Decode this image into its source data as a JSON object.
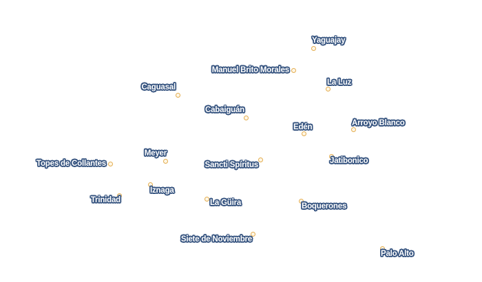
{
  "map": {
    "places": [
      {
        "name": "Yaguajay"
      },
      {
        "name": "Manuel Brito Morales"
      },
      {
        "name": "La Luz"
      },
      {
        "name": "Caguasal"
      },
      {
        "name": "Cabaiguán"
      },
      {
        "name": "Edén"
      },
      {
        "name": "Arroyo Blanco"
      },
      {
        "name": "Meyer"
      },
      {
        "name": "Topes de Collantes"
      },
      {
        "name": "Sancti Spíritus"
      },
      {
        "name": "Jatibonico"
      },
      {
        "name": "Iznaga"
      },
      {
        "name": "Trinidad"
      },
      {
        "name": "La Güira"
      },
      {
        "name": "Boquerones"
      },
      {
        "name": "Siete de Noviembre"
      },
      {
        "name": "Palo Alto"
      }
    ]
  },
  "colors": {
    "label_text": "#ffffff",
    "label_halo": "#35537f",
    "marker_stroke": "#e3ac4f",
    "marker_fill": "#fff7e6",
    "background": "#ffffff"
  }
}
